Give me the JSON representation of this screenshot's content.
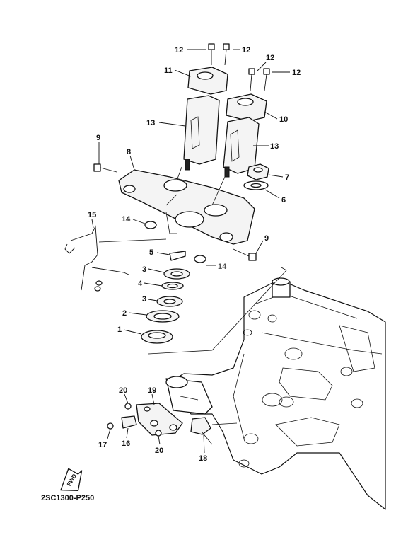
{
  "diagram_code": "2SC1300-P250",
  "fwd_label": "FWD",
  "callouts": {
    "c1": "1",
    "c2": "2",
    "c3a": "3",
    "c3b": "3",
    "c4": "4",
    "c5": "5",
    "c6": "6",
    "c7": "7",
    "c8": "8",
    "c9a": "9",
    "c9b": "9",
    "c10": "10",
    "c11": "11",
    "c12a": "12",
    "c12b": "12",
    "c12c": "12",
    "c12d": "12",
    "c13a": "13",
    "c13b": "13",
    "c14a": "14",
    "c14b": "14",
    "c15": "15",
    "c16": "16",
    "c17": "17",
    "c18": "18",
    "c19": "19",
    "c20a": "20",
    "c20b": "20"
  }
}
